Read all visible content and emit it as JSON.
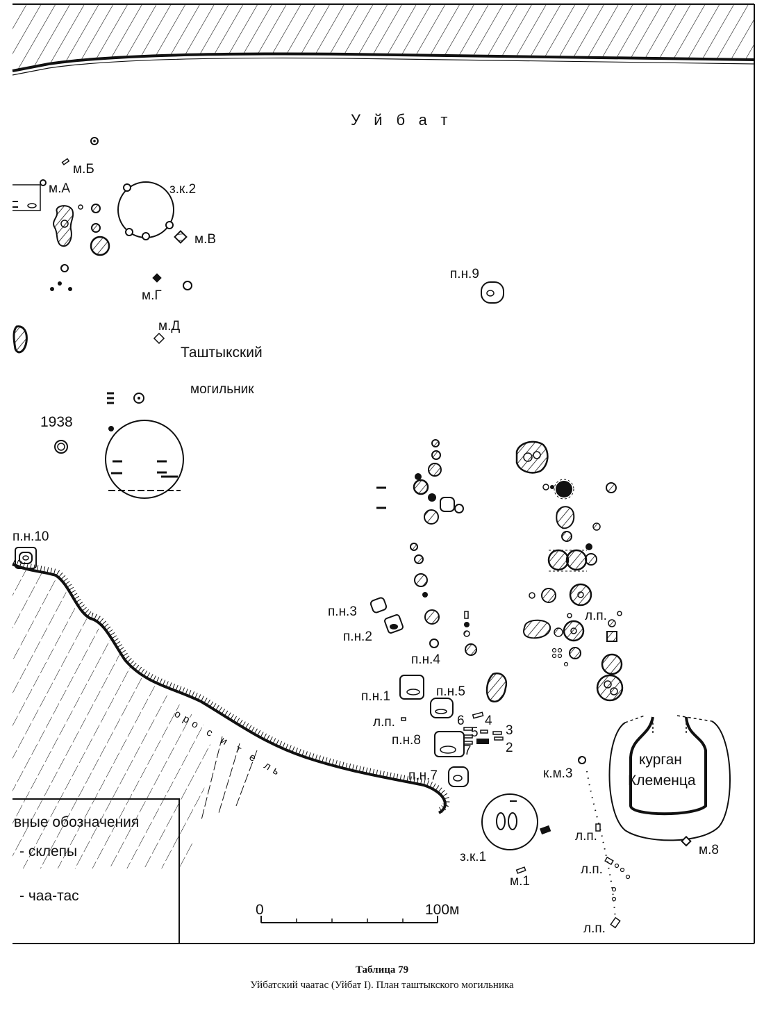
{
  "map": {
    "title": "Уйбат",
    "cemetery_label_1": "Таштыкский",
    "cemetery_label_2": "могильник",
    "canal_label": "оро с и т е ль",
    "year_label": "1938",
    "kurgan_label_1": "курган",
    "kurgan_label_2": "Клеменца",
    "labels": {
      "mB": "м.Б",
      "mA": "м.А",
      "zk2": "з.к.2",
      "mV": "м.В",
      "mG": "м.Г",
      "mD": "м.Д",
      "pn9": "п.н.9",
      "pn10": "п.н.10",
      "pn3": "п.н.3",
      "pn2": "п.н.2",
      "pn4": "п.н.4",
      "pn1": "п.н.1",
      "pn5": "п.н.5",
      "lp1": "л.п.",
      "pn8": "п.н.8",
      "pn7": "п.н.7",
      "n6": "6",
      "n5": "5",
      "n4": "4",
      "n3": "3",
      "n2": "2",
      "n7": "7",
      "lp2": "л.п.",
      "km3": "к.м.3",
      "zk1": "з.к.1",
      "m1": "м.1",
      "lp3": "л.п.",
      "lp4": "л.п.",
      "lp5": "л.п.",
      "m8": "м.8"
    },
    "legend": {
      "title": "вные обозначения",
      "item1": "- склепы",
      "item2": "- чаа-тас"
    },
    "scale": {
      "start": "0",
      "end": "100м"
    }
  },
  "caption": {
    "title": "Таблица 79",
    "subtitle": "Уйбатский чаатас (Уйбат I). План таштыкского могильника"
  },
  "colors": {
    "ink": "#111111",
    "paper": "#ffffff"
  }
}
